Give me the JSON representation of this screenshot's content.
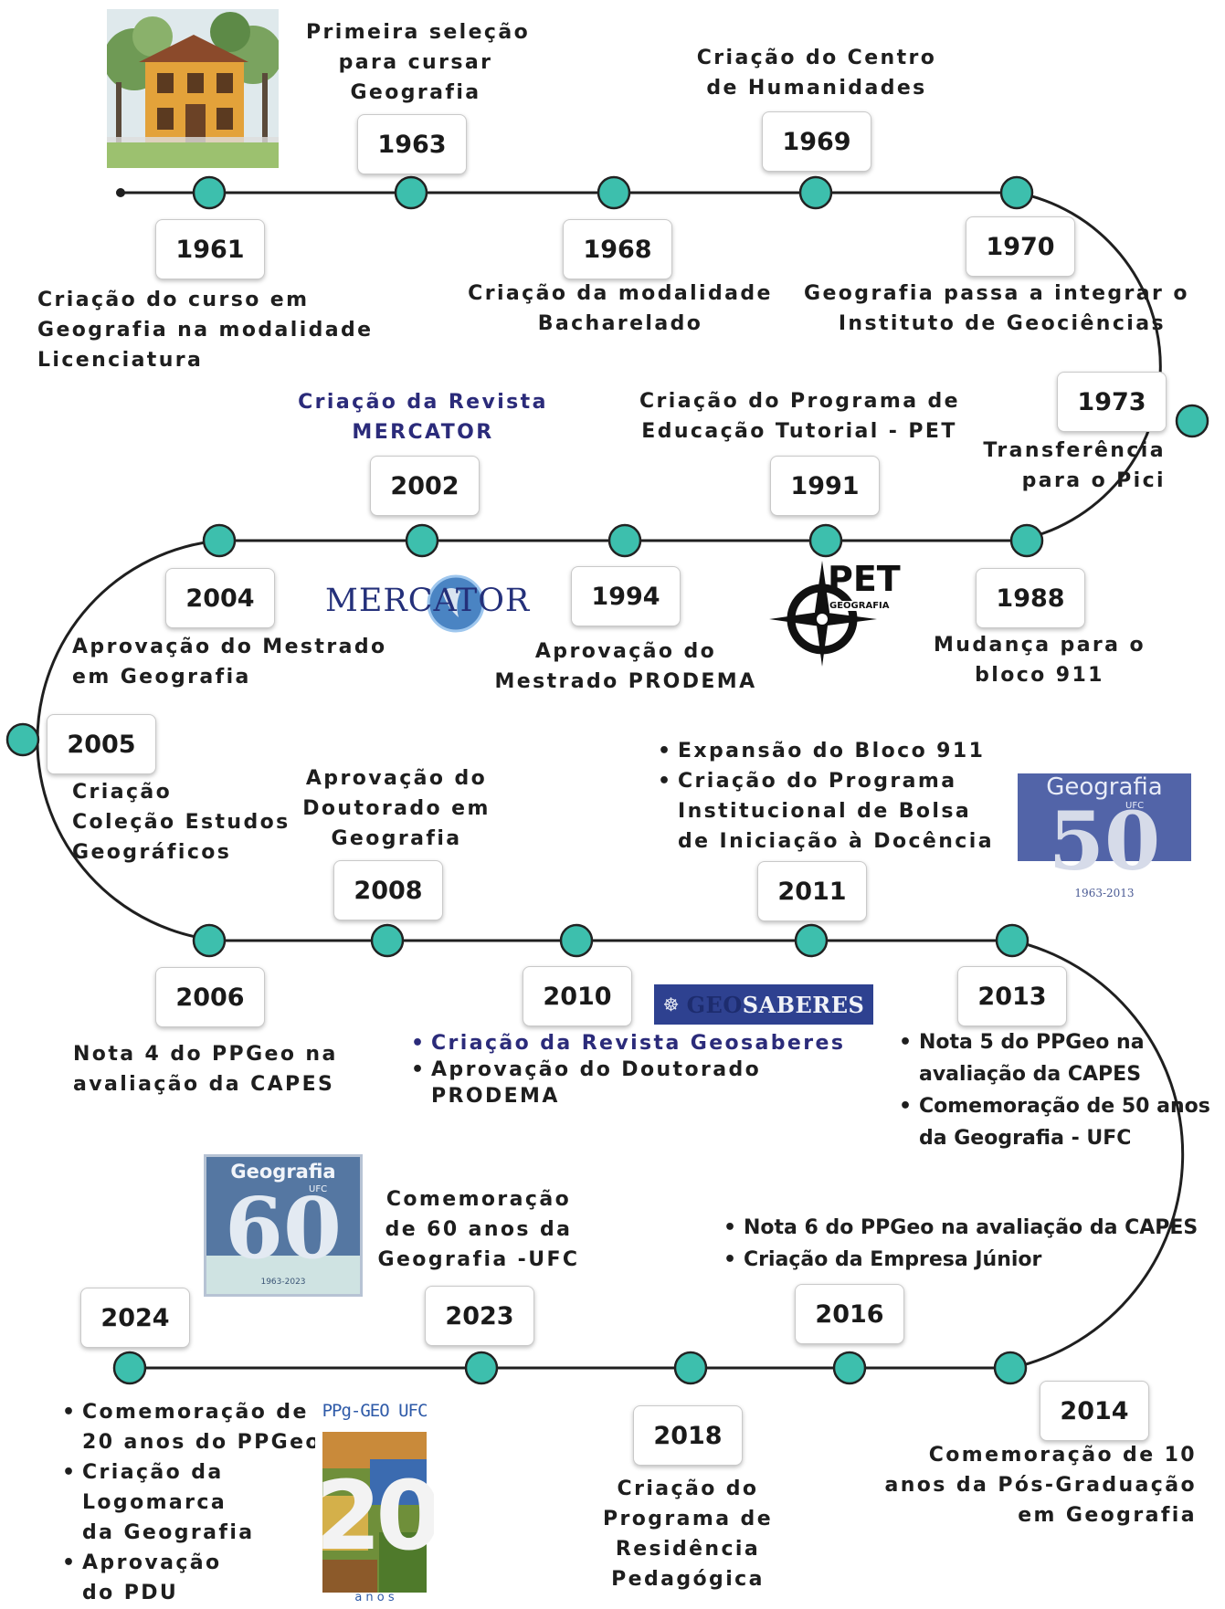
{
  "colors": {
    "line": "#1f1f1f",
    "node": "#3dbfad",
    "node_stroke": "#222222",
    "navy": "#2b2b7a"
  },
  "events": [
    {
      "year": "1961",
      "lines": [
        "Criação do curso em",
        "Geografia na modalidade",
        "Licenciatura"
      ]
    },
    {
      "year": "1963",
      "lines": [
        "Primeira seleção",
        "para cursar",
        "Geografia"
      ]
    },
    {
      "year": "1968",
      "lines": [
        "Criação da modalidade",
        "Bacharelado"
      ]
    },
    {
      "year": "1969",
      "lines": [
        "Criação do Centro",
        "de Humanidades"
      ]
    },
    {
      "year": "1970",
      "lines": [
        "Geografia passa a integrar o",
        "Instituto de Geociências"
      ]
    },
    {
      "year": "1973",
      "lines": [
        "Transferência",
        "para o Pici"
      ]
    },
    {
      "year": "1988",
      "lines": [
        "Mudança para o",
        "bloco 911"
      ]
    },
    {
      "year": "1991",
      "lines": [
        "Criação do Programa de",
        "Educação Tutorial - PET"
      ]
    },
    {
      "year": "1994",
      "lines": [
        "Aprovação do",
        "Mestrado PRODEMA"
      ]
    },
    {
      "year": "2002",
      "lines": [
        "Criação da Revista",
        "MERCATOR"
      ]
    },
    {
      "year": "2004",
      "lines": [
        "Aprovação do Mestrado",
        "em Geografia"
      ]
    },
    {
      "year": "2005",
      "lines": [
        "Criação",
        "Coleção Estudos",
        "Geográficos"
      ]
    },
    {
      "year": "2006",
      "lines": [
        "Nota 4 do PPGeo na",
        "avaliação da CAPES"
      ]
    },
    {
      "year": "2008",
      "lines": [
        "Aprovação do",
        "Doutorado em",
        "Geografia"
      ]
    },
    {
      "year": "2010",
      "bullets": [
        "Criação da Revista Geosaberes",
        "Aprovação do Doutorado\nPRODEMA"
      ]
    },
    {
      "year": "2011",
      "bullets": [
        "Expansão do Bloco 911",
        "Criação do Programa\nInstitucional de Bolsa\nde Iniciação à Docência"
      ]
    },
    {
      "year": "2013",
      "bullets": [
        "Nota 5 do PPGeo na\navaliação da CAPES",
        "Comemoração de 50 anos\nda Geografia - UFC"
      ]
    },
    {
      "year": "2014",
      "lines": [
        "Comemoração de 10",
        "anos da Pós-Graduação",
        "em Geografia"
      ]
    },
    {
      "year": "2016",
      "bullets": [
        "Nota 6 do PPGeo na avaliação da CAPES",
        "Criação da Empresa Júnior"
      ]
    },
    {
      "year": "2018",
      "lines": [
        "Criação do",
        "Programa de",
        "Residência",
        "Pedagógica"
      ]
    },
    {
      "year": "2023",
      "lines": [
        "Comemoração",
        "de 60 anos da",
        "Geografia -UFC"
      ]
    },
    {
      "year": "2024",
      "bullets": [
        "Comemoração de\n20 anos do PPGeo",
        "Criação da\nLogomarca\nda Geografia",
        "Aprovação\ndo PDU"
      ]
    }
  ],
  "logos": {
    "mercator": "MERCATOR",
    "pet": {
      "title": "PET",
      "sub": "GEOGRAFIA"
    },
    "geo50": {
      "title": "Geografia",
      "sub": "UFC",
      "number": "50",
      "range": "1963-2013"
    },
    "geosaberes": {
      "icon": "ship-wheel-icon",
      "text_a": "GEO",
      "text_b": "SABERES"
    },
    "geo60": {
      "title": "Geografia",
      "sub": "UFC",
      "number": "60",
      "range": "1963-2023"
    },
    "ppggeo": {
      "title": "PPg-GEO UFC",
      "number": "20",
      "word": "a n o s"
    }
  }
}
